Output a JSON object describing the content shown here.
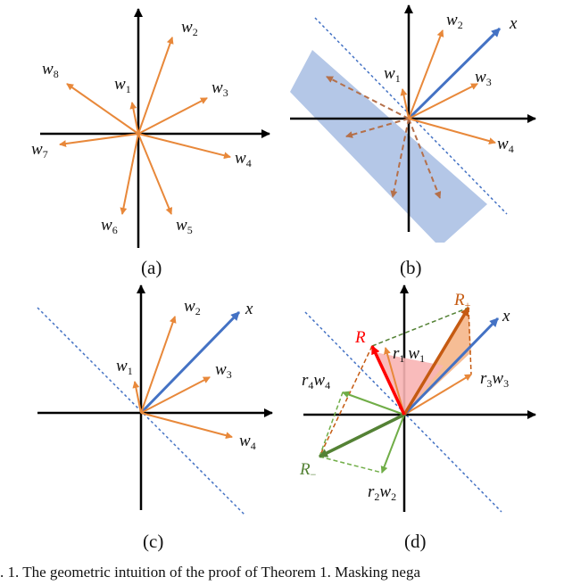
{
  "colors": {
    "orange": "#E8883A",
    "blue": "#4472C4",
    "region": "#B4C7E7",
    "dark_orange": "#C55A11",
    "red": "#FF0000",
    "green": "#70AD47",
    "dark_green": "#548235",
    "pink": "#F8B4B4"
  },
  "panels": {
    "a": {
      "caption": "(a)",
      "labels": {
        "w1": "w",
        "w1_sub": "1",
        "w2": "w",
        "w2_sub": "2",
        "w3": "w",
        "w3_sub": "3",
        "w4": "w",
        "w4_sub": "4",
        "w5": "w",
        "w5_sub": "5",
        "w6": "w",
        "w6_sub": "6",
        "w7": "w",
        "w7_sub": "7",
        "w8": "w",
        "w8_sub": "8"
      }
    },
    "b": {
      "caption": "(b)",
      "labels": {
        "x": "x",
        "w1": "w",
        "w1_sub": "1",
        "w2": "w",
        "w2_sub": "2",
        "w3": "w",
        "w3_sub": "3",
        "w4": "w",
        "w4_sub": "4"
      }
    },
    "c": {
      "caption": "(c)",
      "labels": {
        "x": "x",
        "w1": "w",
        "w1_sub": "1",
        "w2": "w",
        "w2_sub": "2",
        "w3": "w",
        "w3_sub": "3",
        "w4": "w",
        "w4_sub": "4"
      }
    },
    "d": {
      "caption": "(d)",
      "labels": {
        "x": "x",
        "R": "R",
        "R_plus": "R",
        "R_plus_sub": "+",
        "R_minus": "R",
        "R_minus_sub": "−",
        "r1w1": "r",
        "r1w1_sub1": "1",
        "r1w1_w": "w",
        "r1w1_sub2": "1",
        "r3w3": "r",
        "r3w3_sub1": "3",
        "r3w3_w": "w",
        "r3w3_sub2": "3",
        "r4w4": "r",
        "r4w4_sub1": "4",
        "r4w4_w": "w",
        "r4w4_sub2": "4",
        "r2w2": "r",
        "r2w2_sub1": "2",
        "r2w2_w": "w",
        "r2w2_sub2": "2"
      }
    }
  },
  "caption_text": ". 1.   The geometric intuition of the proof of Theorem 1. Masking nega"
}
